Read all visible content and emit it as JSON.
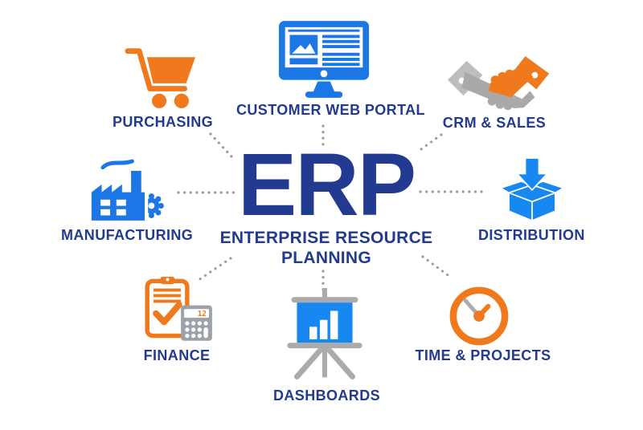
{
  "center": {
    "title": "ERP",
    "subtitle_line1": "ENTERPRISE RESOURCE",
    "subtitle_line2": "PLANNING"
  },
  "nodes": [
    {
      "id": "purchasing",
      "label": "PURCHASING",
      "icon": "shopping-cart-icon",
      "icon_colors": [
        "#F0791E"
      ]
    },
    {
      "id": "customer-web-portal",
      "label": "CUSTOMER WEB PORTAL",
      "icon": "monitor-icon",
      "icon_colors": [
        "#1B76E6"
      ]
    },
    {
      "id": "crm-sales",
      "label": "CRM & SALES",
      "icon": "handshake-icon",
      "icon_colors": [
        "#A9A9A9",
        "#F0791E"
      ]
    },
    {
      "id": "manufacturing",
      "label": "MANUFACTURING",
      "icon": "factory-icon",
      "icon_colors": [
        "#1B76E6"
      ]
    },
    {
      "id": "distribution",
      "label": "DISTRIBUTION",
      "icon": "open-box-arrow-icon",
      "icon_colors": [
        "#1787F2"
      ]
    },
    {
      "id": "finance",
      "label": "FINANCE",
      "icon": "clipboard-calculator-icon",
      "icon_colors": [
        "#F0791E",
        "#9CA2A9"
      ]
    },
    {
      "id": "dashboards",
      "label": "DASHBOARDS",
      "icon": "presentation-chart-icon",
      "icon_colors": [
        "#ABABAB",
        "#1787F2"
      ]
    },
    {
      "id": "time-projects",
      "label": "TIME & PROJECTS",
      "icon": "clock-icon",
      "icon_colors": [
        "#F0791E"
      ]
    }
  ],
  "calculator_display": "12",
  "colors": {
    "label_text": "#233A91",
    "orange": "#F0791E",
    "blue": "#1B76E6",
    "bright_blue": "#1787F2",
    "gray": "#A9A9A9",
    "dot_gray": "#9C9C9C",
    "background": "#FFFFFF"
  }
}
